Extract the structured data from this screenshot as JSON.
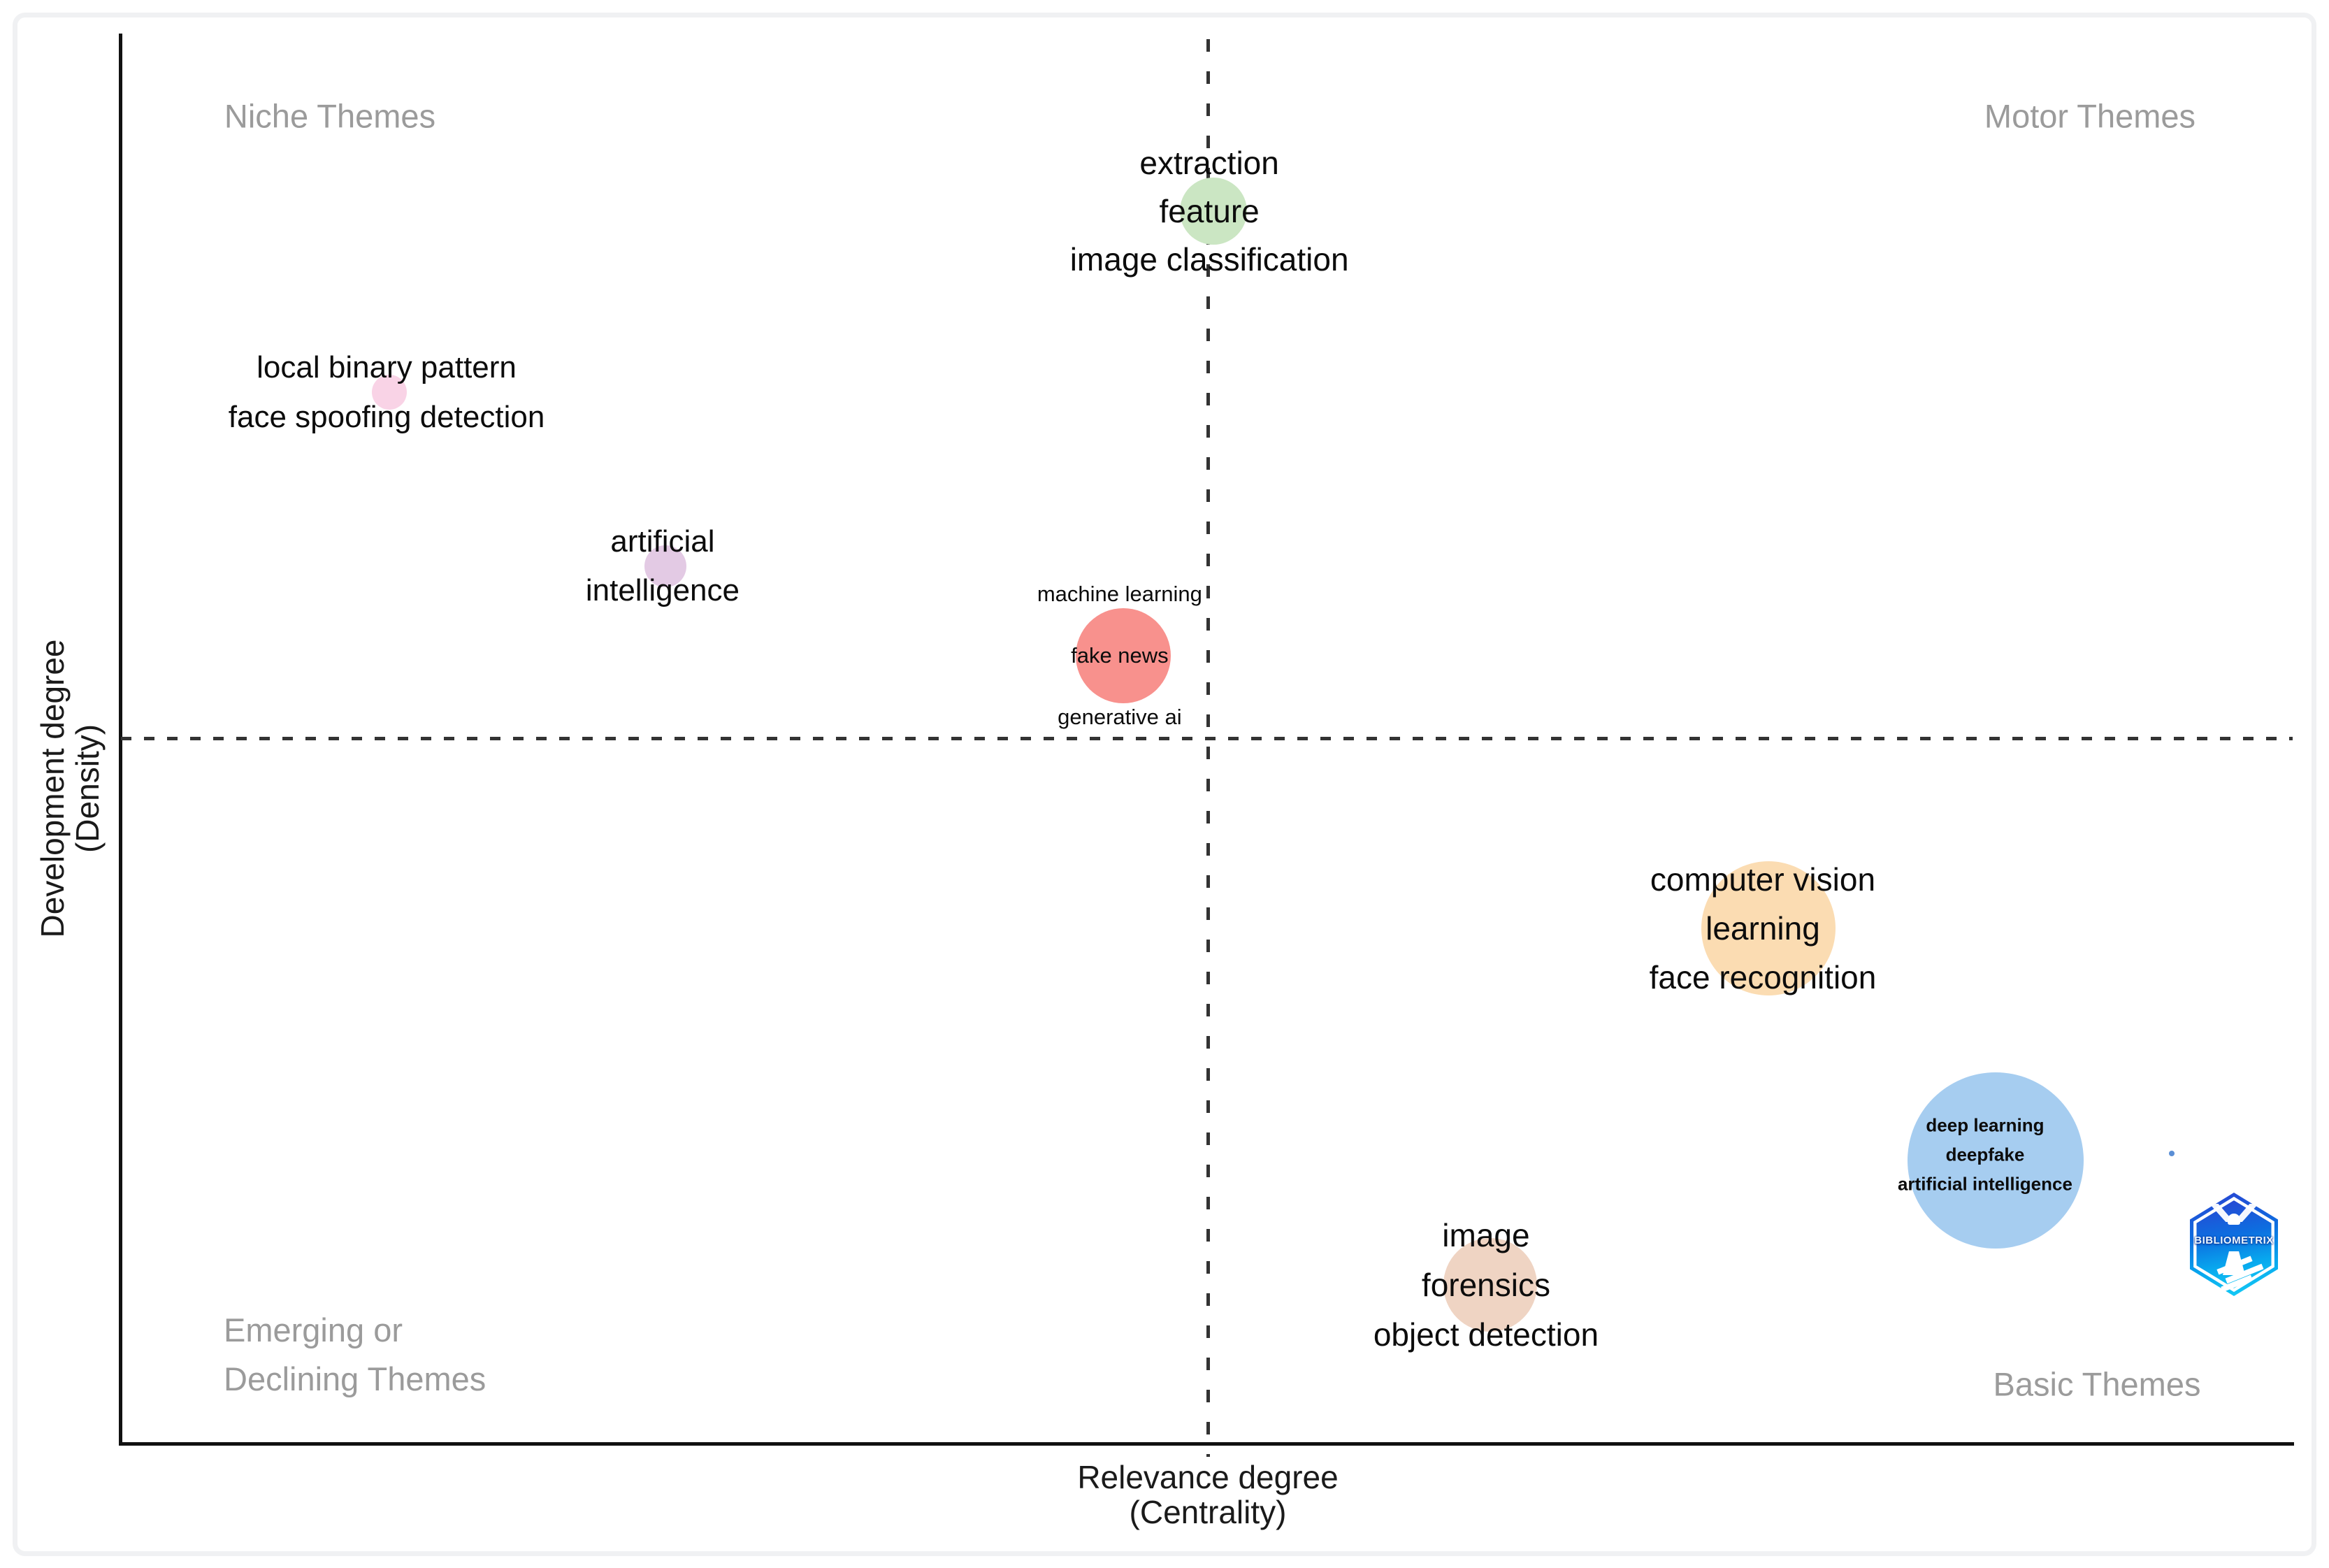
{
  "page": {
    "background": "#ffffff",
    "card_border_color": "#f0f1f3"
  },
  "figure": {
    "quadrants": {
      "top_left": "Niche Themes",
      "top_right": "Motor Themes",
      "bottom_left": [
        "Emerging or",
        "Declining Themes"
      ],
      "bottom_right": "Basic Themes"
    },
    "x_axis_label": [
      "Relevance degree",
      "(Centrality)"
    ],
    "y_axis_label": [
      "Development degree",
      "(Density)"
    ],
    "quadrant_label_color": "#9b9b9b",
    "axis_color": "#111111",
    "divider_color": "#333333"
  },
  "logo": {
    "text": "BIBLIOMETRIX"
  },
  "chart_data": {
    "type": "scatter",
    "title": "Thematic map",
    "xlabel": "Relevance degree (Centrality)",
    "ylabel": "Development degree (Density)",
    "x_range": [
      0,
      1
    ],
    "y_range": [
      0,
      1
    ],
    "grid": false,
    "divider": {
      "x": 0.5008,
      "y": 0.5003
    },
    "clusters": [
      {
        "id": "feature-extraction",
        "quadrant": "motor-niche boundary (top center)",
        "color": "#CBE6C3",
        "x": 0.5031,
        "y": 0.1251,
        "r": 48,
        "labels": [
          "extraction",
          "feature",
          "image classification"
        ],
        "label_font": 46,
        "label_gap": 69,
        "label_bold": false,
        "dx": -6,
        "dy": 0
      },
      {
        "id": "local-binary-pattern",
        "quadrant": "niche",
        "color": "#F9D3E6",
        "x": 0.1236,
        "y": 0.2536,
        "r": 25,
        "labels": [
          "local binary pattern",
          "face spoofing detection"
        ],
        "label_font": 44,
        "label_gap": 71,
        "label_bold": false,
        "dx": -4,
        "dy": 0
      },
      {
        "id": "artificial-intelligence",
        "quadrant": "niche",
        "color": "#E3CAE4",
        "x": 0.2507,
        "y": 0.3772,
        "r": 30,
        "labels": [
          "artificial",
          "intelligence"
        ],
        "label_font": 44,
        "label_gap": 70,
        "label_bold": false,
        "dx": -4,
        "dy": 0
      },
      {
        "id": "fake-news",
        "quadrant": "niche (near center)",
        "color": "#F8918D",
        "x": 0.4615,
        "y": 0.4407,
        "r": 68,
        "labels": [
          "machine learning",
          "fake news",
          "generative ai"
        ],
        "label_font": 31,
        "label_gap": 88,
        "label_bold": false,
        "dx": -5,
        "dy": 0
      },
      {
        "id": "computer-vision-learning",
        "quadrant": "basic",
        "color": "#FBDCB2",
        "x": 0.7586,
        "y": 0.6342,
        "r": 96,
        "labels": [
          "computer vision",
          "learning",
          "face recognition"
        ],
        "label_font": 46,
        "label_gap": 70,
        "label_bold": false,
        "dx": -8,
        "dy": 0
      },
      {
        "id": "deep-learning-deepfake",
        "quadrant": "basic",
        "color": "#A6CDF0",
        "x": 0.8632,
        "y": 0.799,
        "r": 126,
        "labels": [
          "deep learning",
          "deepfake",
          "artificial intelligence"
        ],
        "label_font": 26,
        "label_gap": 42,
        "label_bold": true,
        "dx": -15,
        "dy": -8
      },
      {
        "id": "image-forensics",
        "quadrant": "basic",
        "color": "#EFD4C3",
        "x": 0.6305,
        "y": 0.8874,
        "r": 67,
        "labels": [
          "image",
          "forensics",
          "object detection"
        ],
        "label_font": 46,
        "label_gap": 71,
        "label_bold": false,
        "dx": -6,
        "dy": 0
      },
      {
        "id": "unlabeled-small-dot",
        "quadrant": "basic",
        "color": "#5B8FD6",
        "x": 0.9443,
        "y": 0.794,
        "r": 4,
        "labels": [],
        "label_font": 0,
        "label_gap": 0,
        "label_bold": false,
        "dx": 0,
        "dy": 0
      }
    ]
  }
}
